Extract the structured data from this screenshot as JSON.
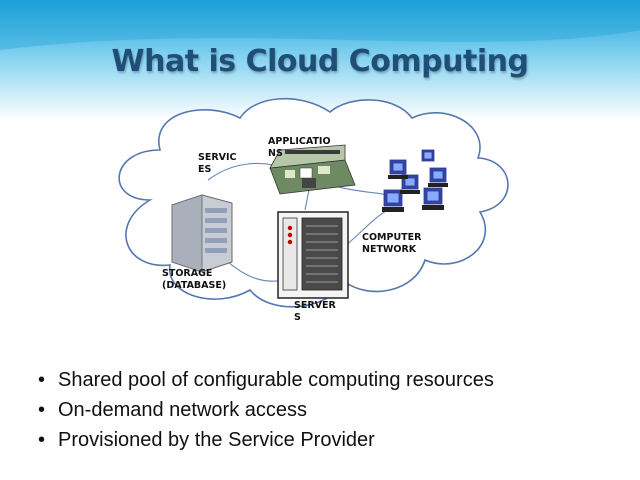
{
  "slide": {
    "title": "What is Cloud Computing",
    "theme": {
      "banner_top": "#2aa7d9",
      "banner_bottom": "#ffffff",
      "title_color": "#1f4e79",
      "cloud_stroke": "#4a6fa5"
    }
  },
  "diagram": {
    "labels": {
      "services": "SERVICES",
      "applications": "APPLICATIONS",
      "storage": "STORAGE (DATABASE)",
      "computer_network": "COMPUTER NETWORK",
      "servers": "SERVERS"
    },
    "icons": [
      "storage-server-icon",
      "applications-icon",
      "server-rack-icon",
      "computer-network-icon"
    ]
  },
  "bullets": [
    "Shared pool of configurable computing resources",
    "On-demand network access",
    "Provisioned by the Service Provider"
  ],
  "bullet_glyph": "•"
}
